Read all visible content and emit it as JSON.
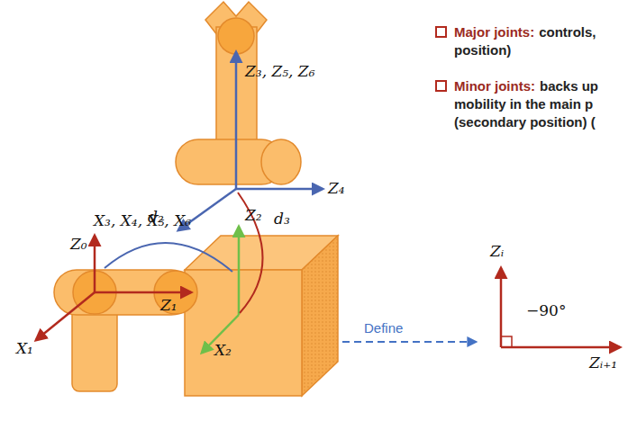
{
  "diagram": {
    "labels": [
      "Major joints:",
      "controls,",
      "position)",
      "Minor joints:",
      "backs up",
      "mobility in the main p",
      "(secondary position) (",
      "Z₃, Z₅, Z₆",
      "Z₄",
      "X₃, X₄, X₅, X₆",
      "Z₀",
      "d₂",
      "Z₂",
      "d₃",
      "Z₁",
      "X₂",
      "X₁",
      "Define",
      "Zᵢ",
      "−90°",
      "Zᵢ₊₁"
    ]
  }
}
